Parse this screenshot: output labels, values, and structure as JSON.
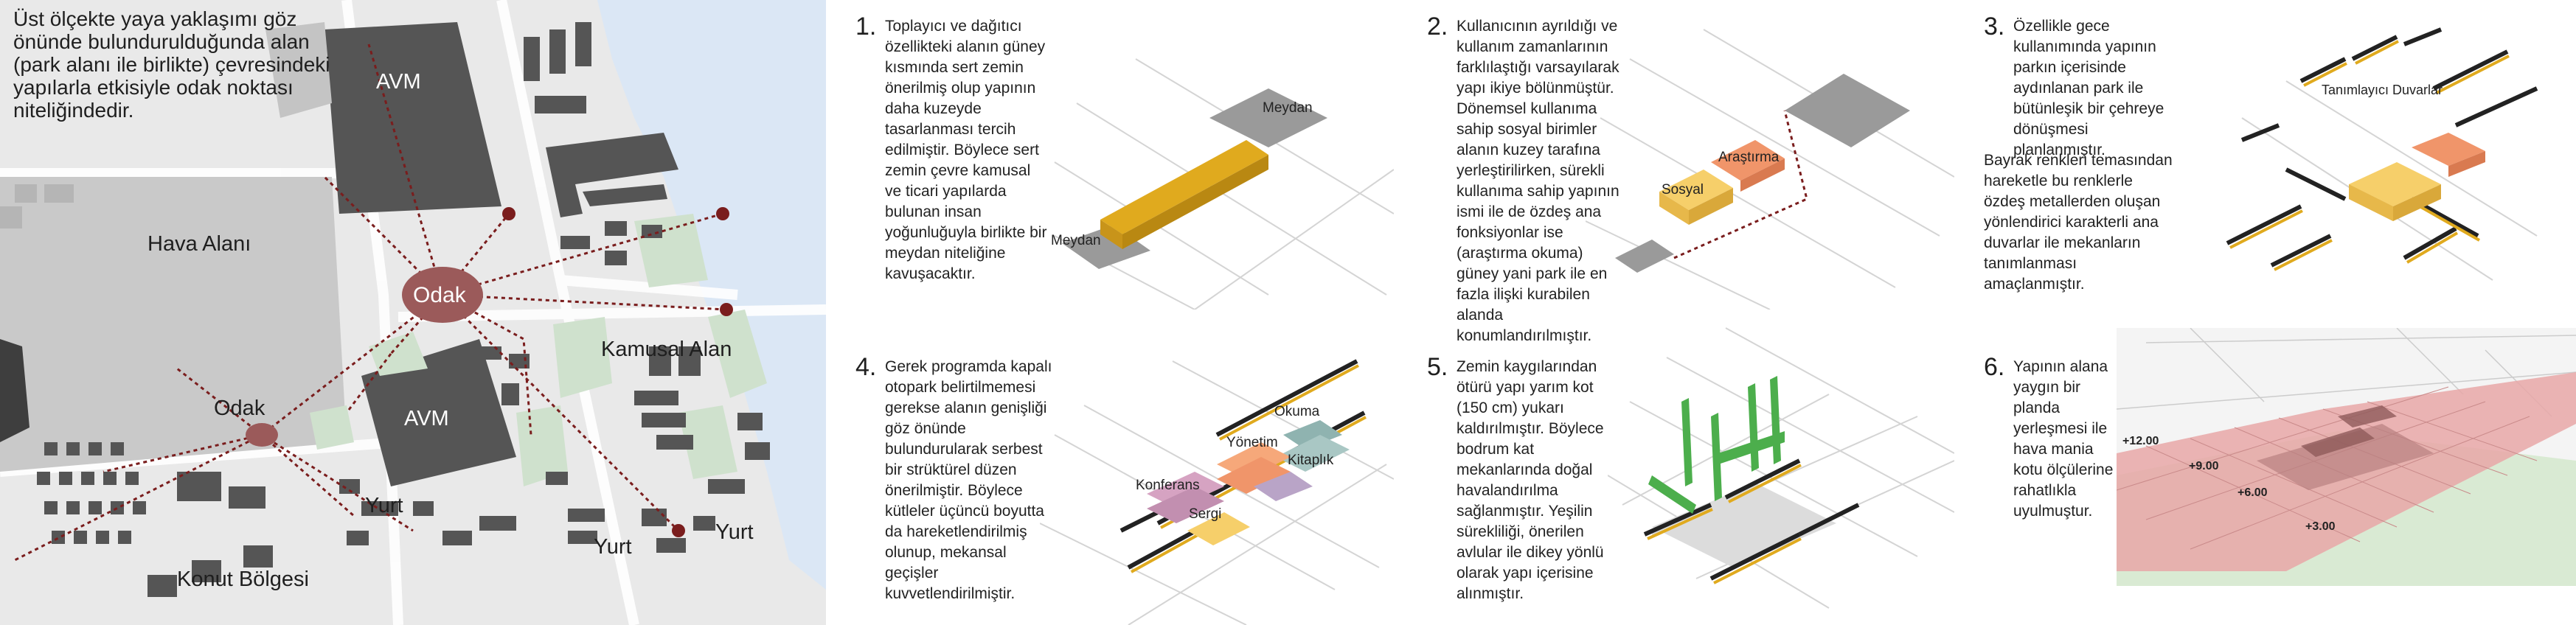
{
  "map": {
    "intro": "Üst ölçekte yaya yaklaşımı göz önünde bulundurulduğunda alan (park alanı ile birlikte) çevresindeki yapılarla etkisiyle odak noktası niteliğindedir.",
    "labels": {
      "avm_top": "AVM",
      "hava_alani": "Hava Alanı",
      "odak_main": "Odak",
      "kamusal_alan": "Kamusal Alan",
      "odak_left": "Odak",
      "avm_mid": "AVM",
      "yurt_1": "Yurt",
      "yurt_2": "Yurt",
      "yurt_3": "Yurt",
      "konut_bolgesi": "Konut Bölgesi"
    },
    "colors": {
      "water": "#dbe7f5",
      "green": "#cfe1cd",
      "building": "#555555",
      "node": "#9b5a5a",
      "path": "#7a1d1d"
    }
  },
  "steps": [
    {
      "num": "1.",
      "text": "Toplayıcı ve dağıtıcı özellikteki alanın güney kısmında sert zemin önerilmiş olup yapının daha kuzeyde tasarlanması tercih edilmiştir. Böylece sert zemin çevre kamusal ve ticari yapılarda bulunan insan yoğunluğuyla birlikte bir meydan niteliğine kavuşacaktır.",
      "labels": {
        "meydan_top": "Meydan",
        "meydan_bottom": "Meydan"
      }
    },
    {
      "num": "2.",
      "text": "Kullanıcının ayrıldığı ve kullanım zamanlarının farklılaştığı varsayılarak yapı ikiye bölünmüştür. Dönemsel kullanıma sahip sosyal birimler alanın kuzey tarafına yerleştirilirken, sürekli kullanıma sahip yapının ismi ile de özdeş ana fonksiyonlar ise (araştırma okuma) güney yani park ile en fazla ilişki kurabilen alanda konumlandırılmıştır.",
      "labels": {
        "sosyal": "Sosyal",
        "arastirma": "Araştırma"
      }
    },
    {
      "num": "3.",
      "text": "Özellikle gece kullanımında yapının parkın içerisinde aydınlanan park ile bütünleşik bir çehreye dönüşmesi planlanmıştır.",
      "text2": "Bayrak renkleri temasından hareketle bu renklerle özdeş metallerden oluşan yönlendirici karakterli ana duvarlar ile mekanların tanımlanması amaçlanmıştır.",
      "labels": {
        "walls": "Tanımlayıcı Duvarlar"
      }
    },
    {
      "num": "4.",
      "text": "Gerek programda kapalı otopark belirtilmemesi gerekse alanın genişliği göz önünde bulundurularak serbest bir strüktürel düzen önerilmiştir. Böylece kütleler üçüncü boyutta da hareketlendirilmiş olunup, mekansal geçişler kuvvetlendirilmiştir.",
      "labels": {
        "okuma": "Okuma",
        "yonetim": "Yönetim",
        "kitaplik": "Kitaplık",
        "konferans": "Konferans",
        "sergi": "Sergi"
      }
    },
    {
      "num": "5.",
      "text": "Zemin kaygılarından ötürü yapı yarım kot (150 cm) yukarı kaldırılmıştır. Böylece bodrum kat mekanlarında doğal havalandırılma sağlanmıştır. Yeşilin sürekliliği, önerilen avlular ile dikey yönlü olarak yapı içerisine alınmıştır."
    },
    {
      "num": "6.",
      "text": "Yapının alana yaygın bir planda yerleşmesi ile hava mania kotu ölçülerine rahatlıkla uyulmuştur.",
      "elevations": [
        "+12.00",
        "+9.00",
        "+6.00",
        "+3.00"
      ]
    }
  ],
  "colors": {
    "yellow": "#e0aa1e",
    "orange": "#f0956a",
    "light_yellow": "#f6cf6a",
    "gray": "#9a9a9a",
    "green": "#4cae4c",
    "pink": "#e8a7a7"
  }
}
